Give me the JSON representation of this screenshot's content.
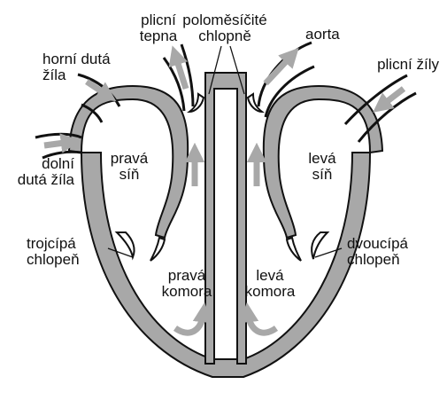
{
  "diagram": {
    "colors": {
      "tissue": "#a8a8a8",
      "outline": "#111111",
      "arrow": "#a8a8a8",
      "background": "#ffffff"
    },
    "labels": {
      "pulmonary_artery": [
        "plicní",
        "tepna"
      ],
      "semilunar_valves": [
        "poloměsíčité",
        "chlopně"
      ],
      "aorta": [
        "aorta"
      ],
      "superior_vena_cava": [
        "horní dutá",
        "žíla"
      ],
      "pulmonary_veins": [
        "plicní žíly"
      ],
      "inferior_vena_cava": [
        "dolní",
        "dutá žíla"
      ],
      "right_atrium": [
        "pravá",
        "síň"
      ],
      "left_atrium": [
        "levá",
        "síň"
      ],
      "tricuspid_valve": [
        "trojcípá",
        "chlopeň"
      ],
      "bicuspid_valve": [
        "dvoucípá",
        "chlopeň"
      ],
      "right_ventricle": [
        "pravá",
        "komora"
      ],
      "left_ventricle": [
        "levá",
        "komora"
      ]
    }
  }
}
